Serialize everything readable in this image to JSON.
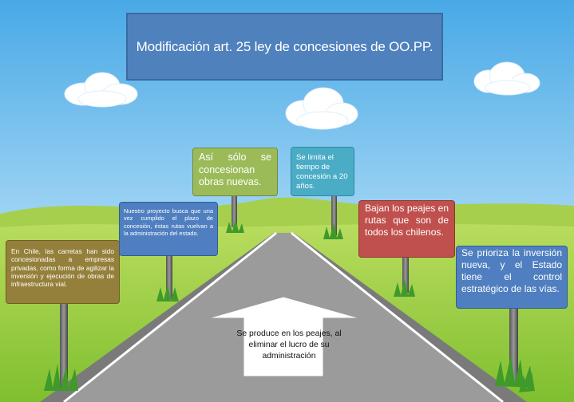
{
  "title": "Modificación art. 25 ley de concesiones de OO.PP.",
  "boxes": {
    "olive": "En Chile, las carretas han sido concesionadas a empresas privadas, como forma de agilizar la inversión y ejecución de obras de infraestructura vial.",
    "blue_left": "Nuestro proyecto busca que una vez cumplido el plazo de concesión, éstas rutas vuelvan a la administración del estado.",
    "green": "Así sólo se concesionan obras nuevas.",
    "teal": "Se limita el tiempo de concesión a 20 años.",
    "red": "Bajan los peajes en rutas que son de todos los chilenos.",
    "blue_right": "Se prioriza la inversión nueva, y el Estado tiene el control estratégico de las vías."
  },
  "arrow_text": "Se produce en los peajes, al eliminar el lucro de su administración",
  "colors": {
    "title": "#4f81bd",
    "olive": "#94803a",
    "blue": "#4f7fc0",
    "green": "#9bbb59",
    "teal": "#4bacc6",
    "red": "#c0504d"
  }
}
